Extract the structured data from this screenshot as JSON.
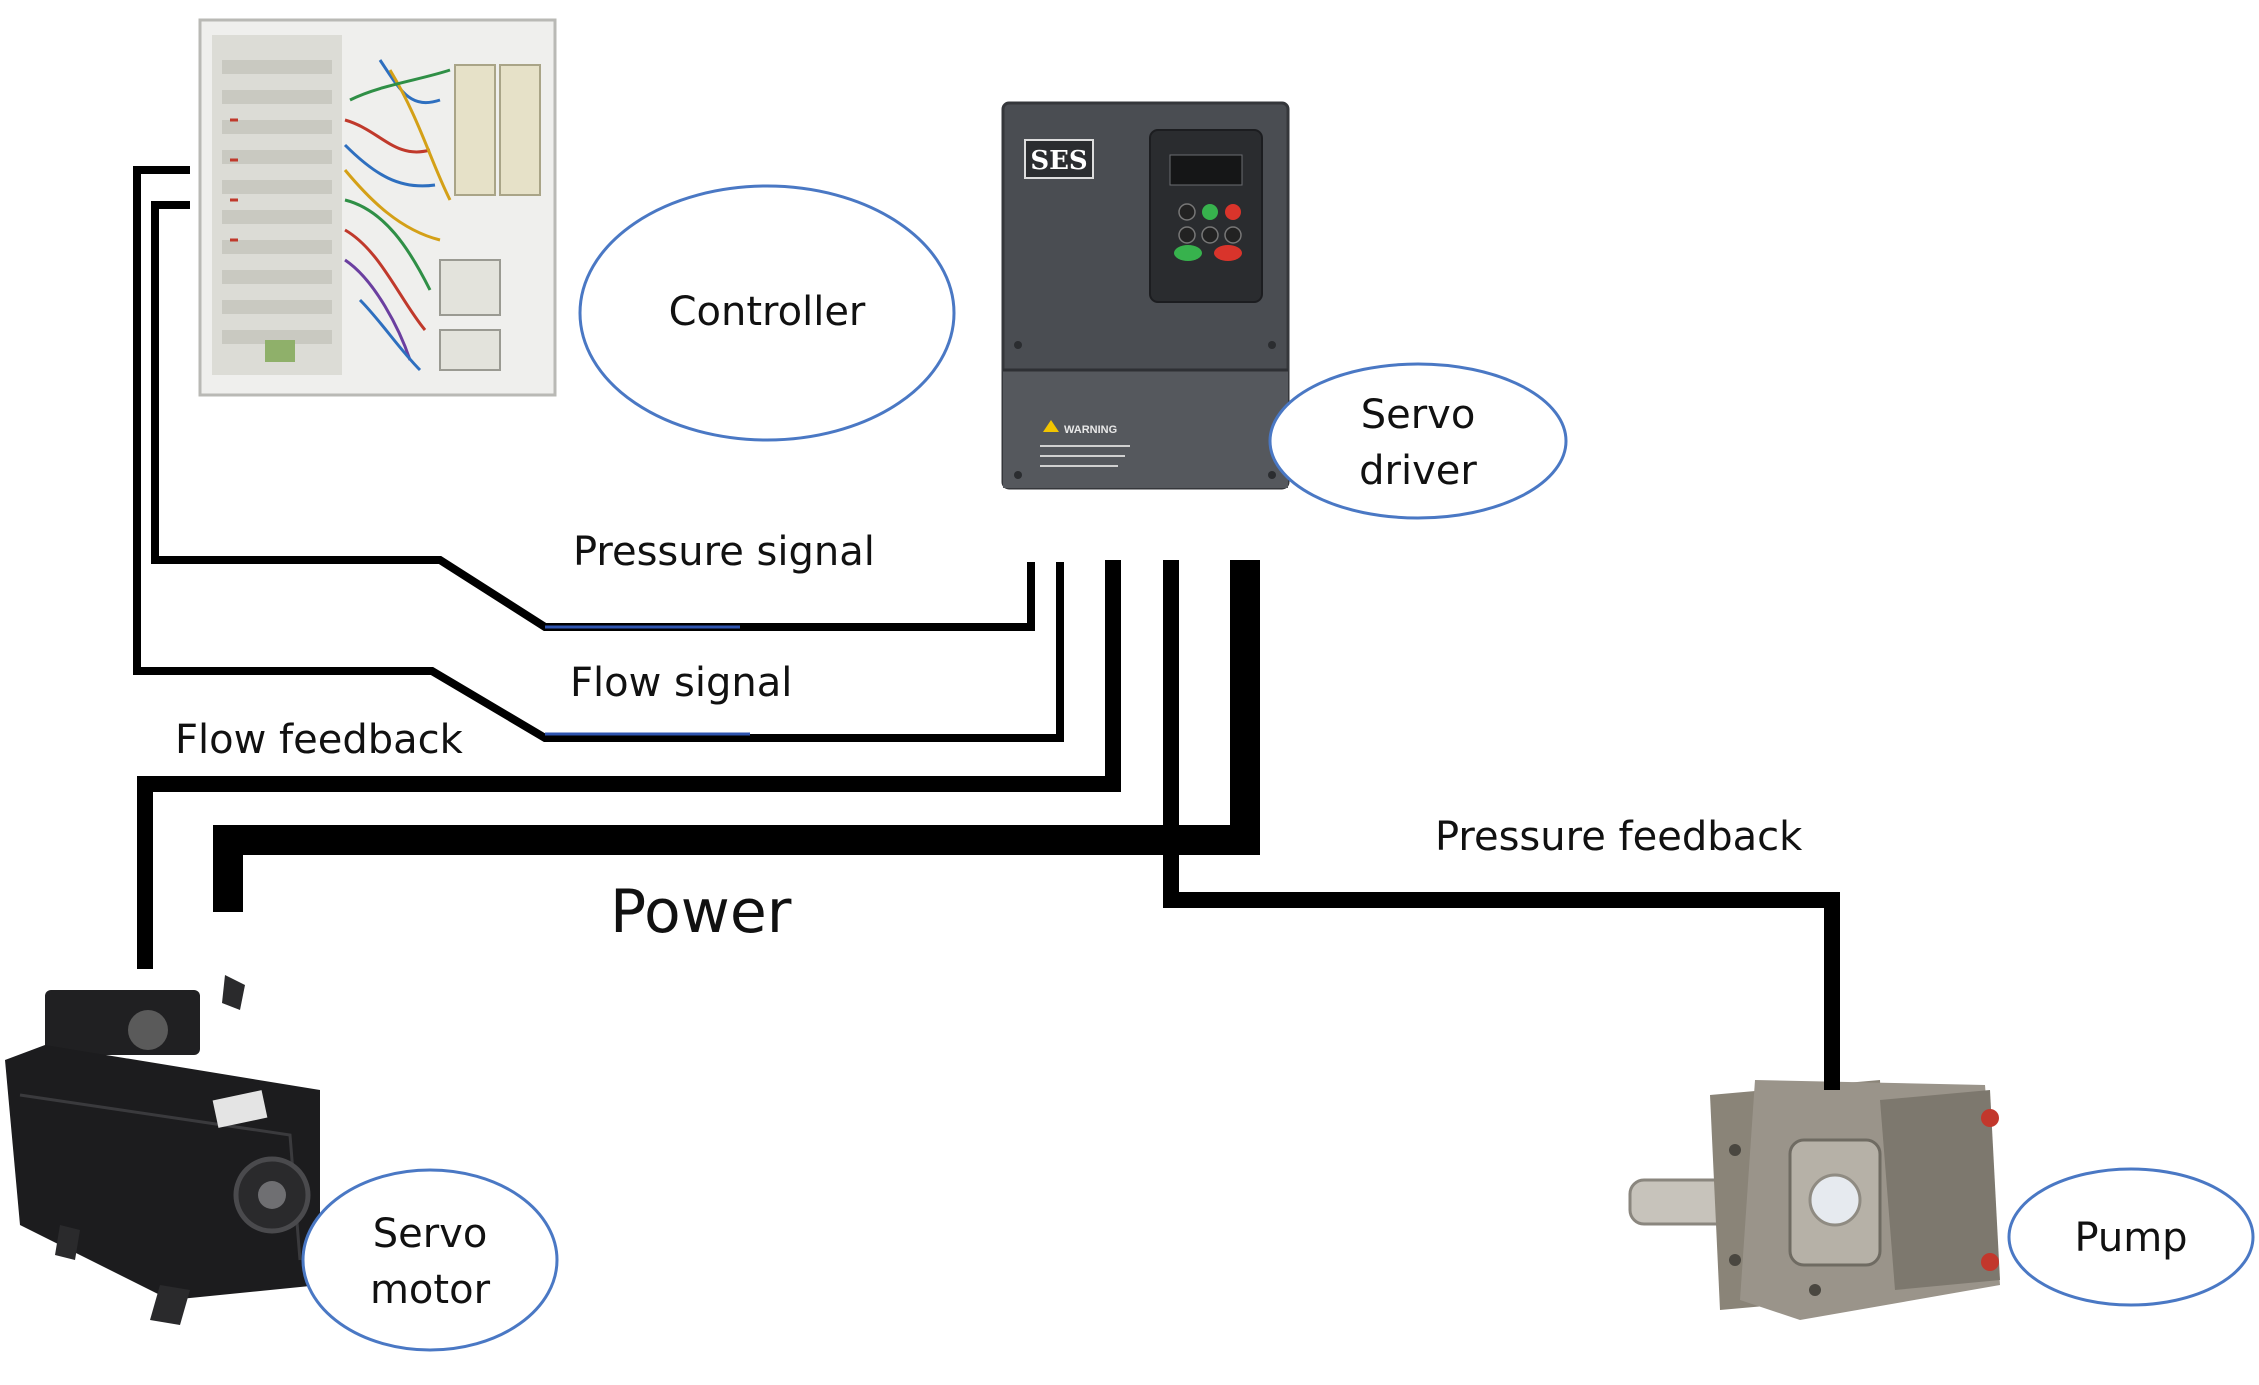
{
  "labels": {
    "controller": "Controller",
    "servo_driver": [
      "Servo",
      "driver"
    ],
    "servo_motor": [
      "Servo",
      "motor"
    ],
    "pump": "Pump",
    "pressure_signal": "Pressure signal",
    "flow_signal": "Flow signal",
    "flow_feedback": "Flow feedback",
    "pressure_feedback": "Pressure feedback",
    "power": "Power"
  },
  "device_branding": {
    "driver_logo": "SES",
    "driver_warning": "WARNING"
  },
  "colors": {
    "ellipse_stroke": "#4a78c4",
    "wire": "#000000",
    "driver_body": "#4a4d52",
    "motor_body": "#1c1c1e",
    "pump_body": "#8a8478"
  }
}
